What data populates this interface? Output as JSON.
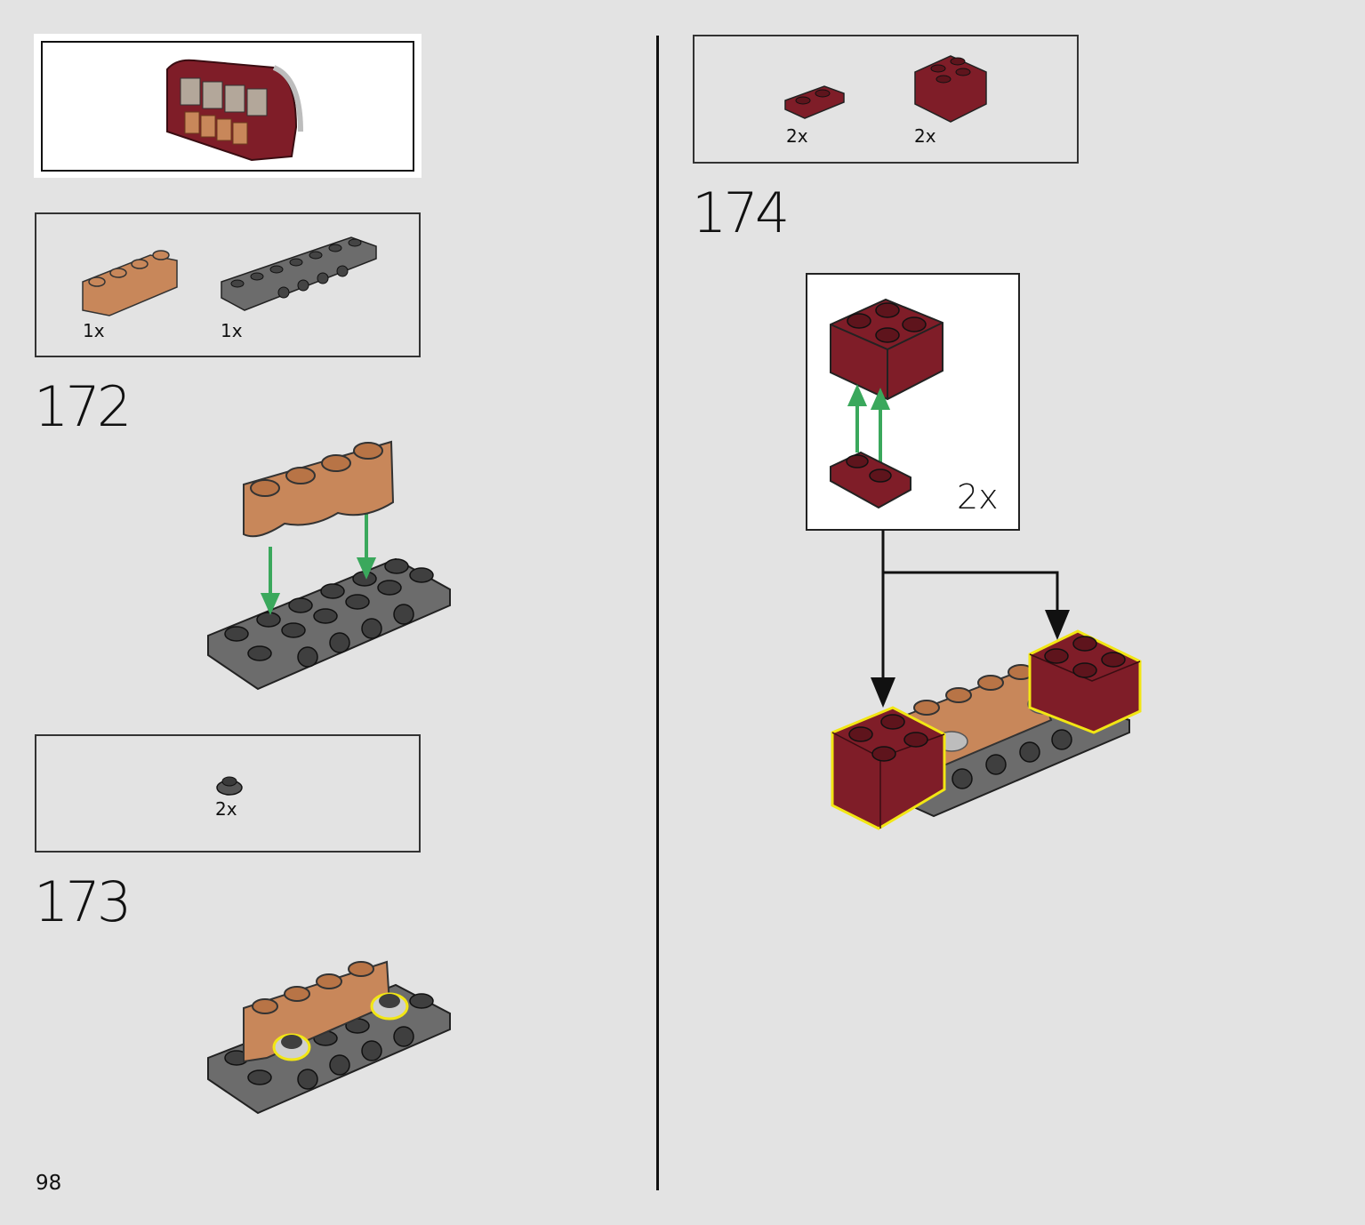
{
  "page": {
    "number": "98"
  },
  "steps": [
    {
      "number": "172",
      "parts": [
        {
          "name": "tan-curved-brick-1x4",
          "qty": "1x"
        },
        {
          "name": "dark-gray-plate-2x8-studs-on-side",
          "qty": "1x"
        }
      ]
    },
    {
      "number": "173",
      "parts": [
        {
          "name": "dark-gray-round-plate-1x1",
          "qty": "2x"
        }
      ]
    },
    {
      "number": "174",
      "parts": [
        {
          "name": "dark-red-plate-1x2",
          "qty": "2x"
        },
        {
          "name": "dark-red-brick-2x2",
          "qty": "2x"
        }
      ],
      "subassembly_qty": "2x"
    }
  ],
  "colors": {
    "background": "#e3e3e3",
    "tan": "#c8875a",
    "dark_gray": "#6c6c6c",
    "dark_red": "#7f1d28",
    "highlight": "#f2e614",
    "arrow_green": "#3aa85c"
  }
}
